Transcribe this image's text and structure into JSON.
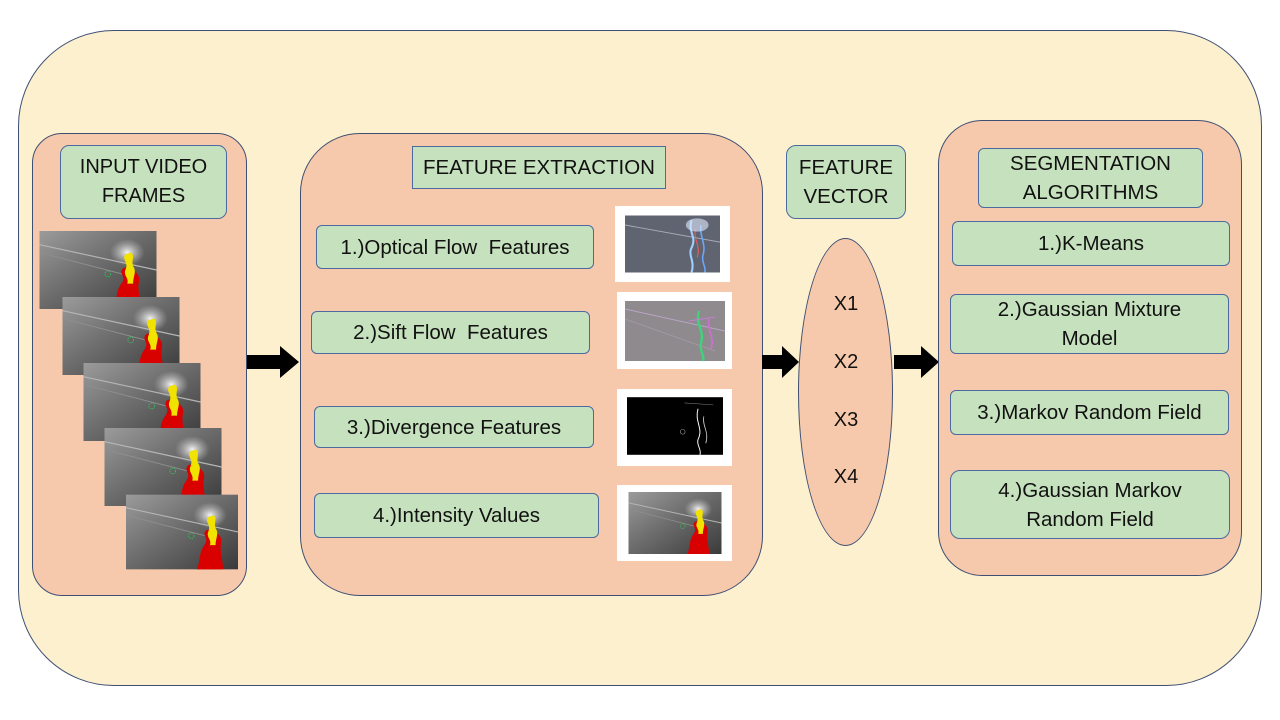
{
  "input": {
    "title": "INPUT VIDEO FRAMES"
  },
  "extraction": {
    "title": "FEATURE EXTRACTION",
    "items": [
      "1.)Optical Flow  Features",
      "2.)Sift Flow  Features",
      "3.)Divergence Features",
      "4.)Intensity Values"
    ]
  },
  "vector": {
    "title": "FEATURE VECTOR",
    "items": [
      "X1",
      "X2",
      "X3",
      "X4"
    ]
  },
  "segmentation": {
    "title": "SEGMENTATION ALGORITHMS",
    "items": [
      "1.)K-Means",
      "2.)Gaussian Mixture Model",
      "3.)Markov Random Field",
      "4.)Gaussian Markov Random Field"
    ]
  },
  "colors": {
    "outer_bg": "#fdf0cf",
    "panel_bg": "#f7c9ac",
    "label_bg": "#c6e1bd",
    "border": "#3f4f73",
    "flame_red": "#d90000",
    "flame_yellow": "#f2e200"
  }
}
